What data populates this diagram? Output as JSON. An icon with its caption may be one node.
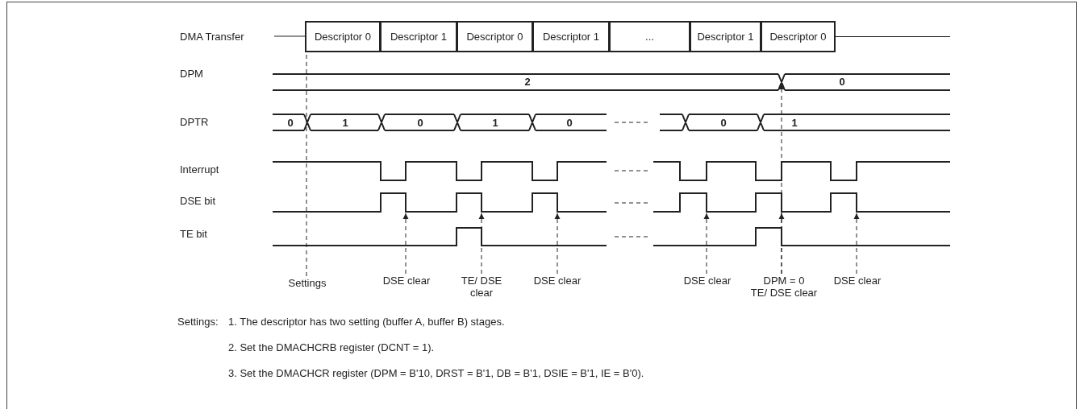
{
  "diagram": {
    "nodes": [
      {
        "text": [
          "DMA Transfer"
        ]
      },
      {
        "text": [
          "Descriptor 0"
        ]
      },
      {
        "text": [
          "Descriptor 1"
        ]
      },
      {
        "text": [
          "Descriptor 0"
        ]
      },
      {
        "text": [
          "Descriptor 1"
        ]
      },
      {
        "text": [
          "..."
        ]
      },
      {
        "text": [
          "Descriptor 1"
        ]
      },
      {
        "text": [
          "Descriptor 0"
        ]
      },
      {
        "text": [
          "Settings"
        ]
      },
      {
        "text": [
          "DSE clear"
        ]
      },
      {
        "text": [
          "TE/ DSE clear"
        ]
      },
      {
        "text": [
          "DSE clear"
        ]
      },
      {
        "text": [
          "DSE clear"
        ]
      },
      {
        "text": [
          "DPM = 0",
          "TE/ DSE clear"
        ]
      },
      {
        "text": [
          "DSE clear"
        ]
      }
    ],
    "edges": [
      {
        "from": 0,
        "to": 1,
        "arrow": "none"
      },
      {
        "from": 7,
        "to": null,
        "arrow": "none"
      },
      {
        "from": 8,
        "to": 1,
        "arrow": "none",
        "style": "dashed"
      },
      {
        "from": 9,
        "to": null,
        "arrow": "to",
        "style": "dashed"
      },
      {
        "from": 10,
        "to": null,
        "arrow": "to",
        "style": "dashed"
      },
      {
        "from": 11,
        "to": null,
        "arrow": "to",
        "style": "dashed"
      },
      {
        "from": 12,
        "to": null,
        "arrow": "to",
        "style": "dashed"
      },
      {
        "from": 13,
        "to": null,
        "arrow": "to",
        "style": "dashed"
      },
      {
        "from": 13,
        "to": null,
        "arrow": "to",
        "style": "dashed"
      },
      {
        "from": 14,
        "to": null,
        "arrow": "to",
        "style": "dashed"
      }
    ],
    "labels": [
      "DPM",
      "2",
      "0",
      "DPTR",
      "0",
      "1",
      "0",
      "1",
      "0",
      "0",
      "1",
      "Interrupt",
      "DSE bit",
      "TE bit",
      "Settings:",
      "1. The descriptor has two setting (buffer A, buffer B) stages.",
      "2. Set the DMACHCRB register (DCNT = 1).",
      "3. Set the DMACHCR register (DPM = B'10, DRST = B'1, DB = B'1, DSIE = B'1, IE = B'0)."
    ]
  }
}
